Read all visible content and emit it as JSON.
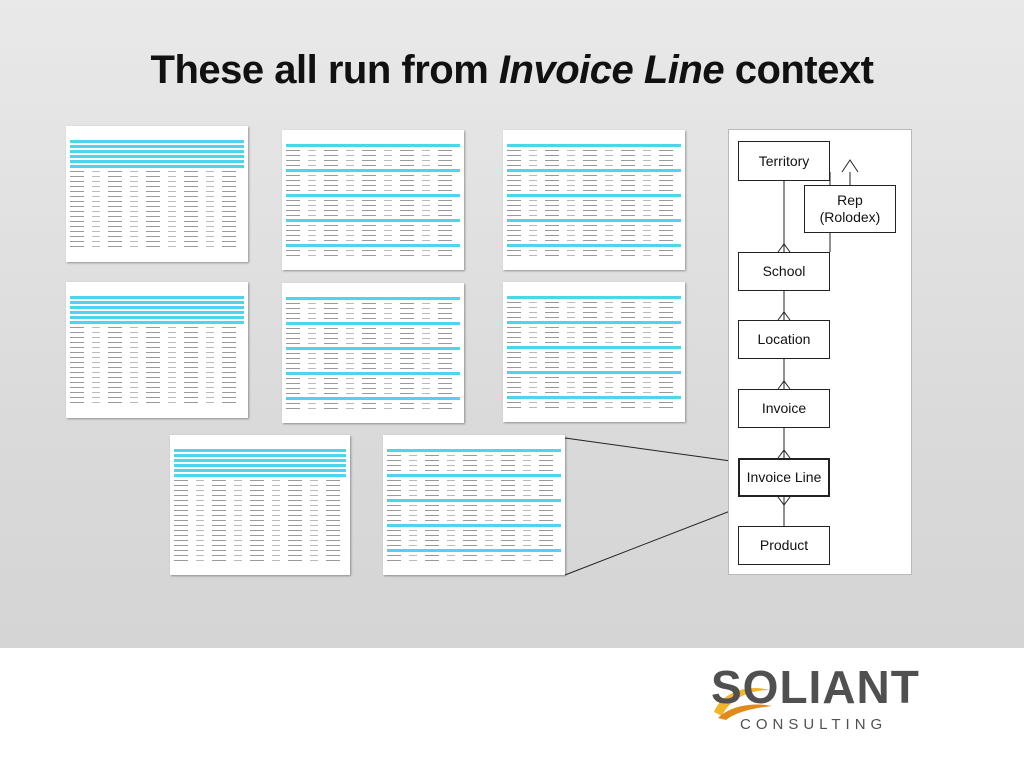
{
  "slide": {
    "title_prefix": "These all run from ",
    "title_emphasis": "Invoice Line",
    "title_suffix": " context"
  },
  "entity_diagram": {
    "entities": [
      {
        "id": "territory",
        "label": "Territory"
      },
      {
        "id": "rep",
        "label": "Rep\n(Rolodex)"
      },
      {
        "id": "school",
        "label": "School"
      },
      {
        "id": "location",
        "label": "Location"
      },
      {
        "id": "invoice",
        "label": "Invoice"
      },
      {
        "id": "invoice_line",
        "label": "Invoice Line",
        "selected": true
      },
      {
        "id": "product",
        "label": "Product"
      }
    ],
    "relationships": [
      [
        "territory",
        "rep"
      ],
      [
        "territory",
        "school"
      ],
      [
        "school",
        "location"
      ],
      [
        "location",
        "invoice"
      ],
      [
        "invoice",
        "invoice_line"
      ],
      [
        "invoice_line",
        "product"
      ]
    ]
  },
  "report_thumbnails": [
    {
      "id": "report-1"
    },
    {
      "id": "report-2"
    },
    {
      "id": "report-3"
    },
    {
      "id": "report-4"
    },
    {
      "id": "report-5"
    },
    {
      "id": "report-6"
    },
    {
      "id": "report-7"
    },
    {
      "id": "report-8"
    }
  ],
  "branding": {
    "logo_text": "SOLIANT",
    "logo_subtext": "CONSULTING",
    "accent_color": "#f0b528",
    "highlight_color": "#4fd4ee"
  }
}
